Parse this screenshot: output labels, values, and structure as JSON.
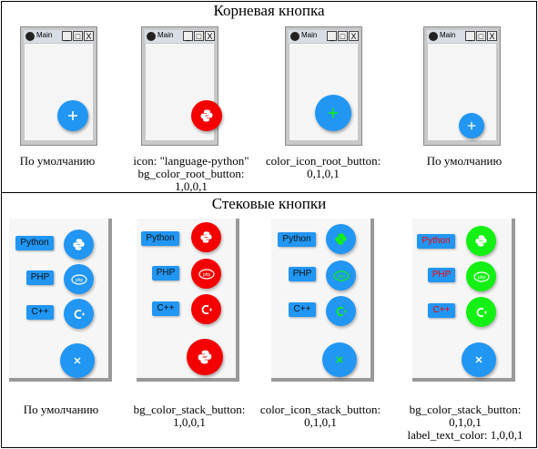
{
  "sections": {
    "root_title": "Корневая кнопка",
    "stack_title": "Стековые кнопки"
  },
  "window": {
    "title": "Main",
    "minimize": "_",
    "maximize": "□",
    "close": "X"
  },
  "colors": {
    "blue": "#2196f3",
    "red": "#f40000",
    "green": "#13f013",
    "white": "#ffffff",
    "label_blue": "#2196f3",
    "label_red_text": "#ff0000"
  },
  "root_examples": [
    {
      "caption": "По умолчанию",
      "icon": "plus-icon"
    },
    {
      "caption_lines": [
        "icon: \"language-python\"",
        "bg_color_root_button:",
        "1,0,0,1"
      ],
      "icon": "python-icon"
    },
    {
      "caption_lines": [
        "color_icon_root_button:",
        "0,1,0,1"
      ],
      "icon": "plus-icon"
    },
    {
      "caption": "По умолчанию",
      "icon": "plus-icon"
    }
  ],
  "stack_labels": [
    "Python",
    "PHP",
    "C++"
  ],
  "stack_icons": [
    "python-icon",
    "php-icon",
    "cpp-icon"
  ],
  "stack_examples": [
    {
      "caption": "По умолчанию",
      "main_icon": "close-icon"
    },
    {
      "caption_lines": [
        "bg_color_stack_button:",
        "1,0,0,1"
      ],
      "main_icon": "python-logo-icon"
    },
    {
      "caption_lines": [
        "color_icon_stack_button:",
        "0,1,0,1"
      ],
      "main_icon": "close-icon"
    },
    {
      "caption_lines": [
        "bg_color_stack_button:",
        "0,1,0,1",
        "label_text_color: 1,0,0,1"
      ],
      "main_icon": "close-icon"
    }
  ]
}
